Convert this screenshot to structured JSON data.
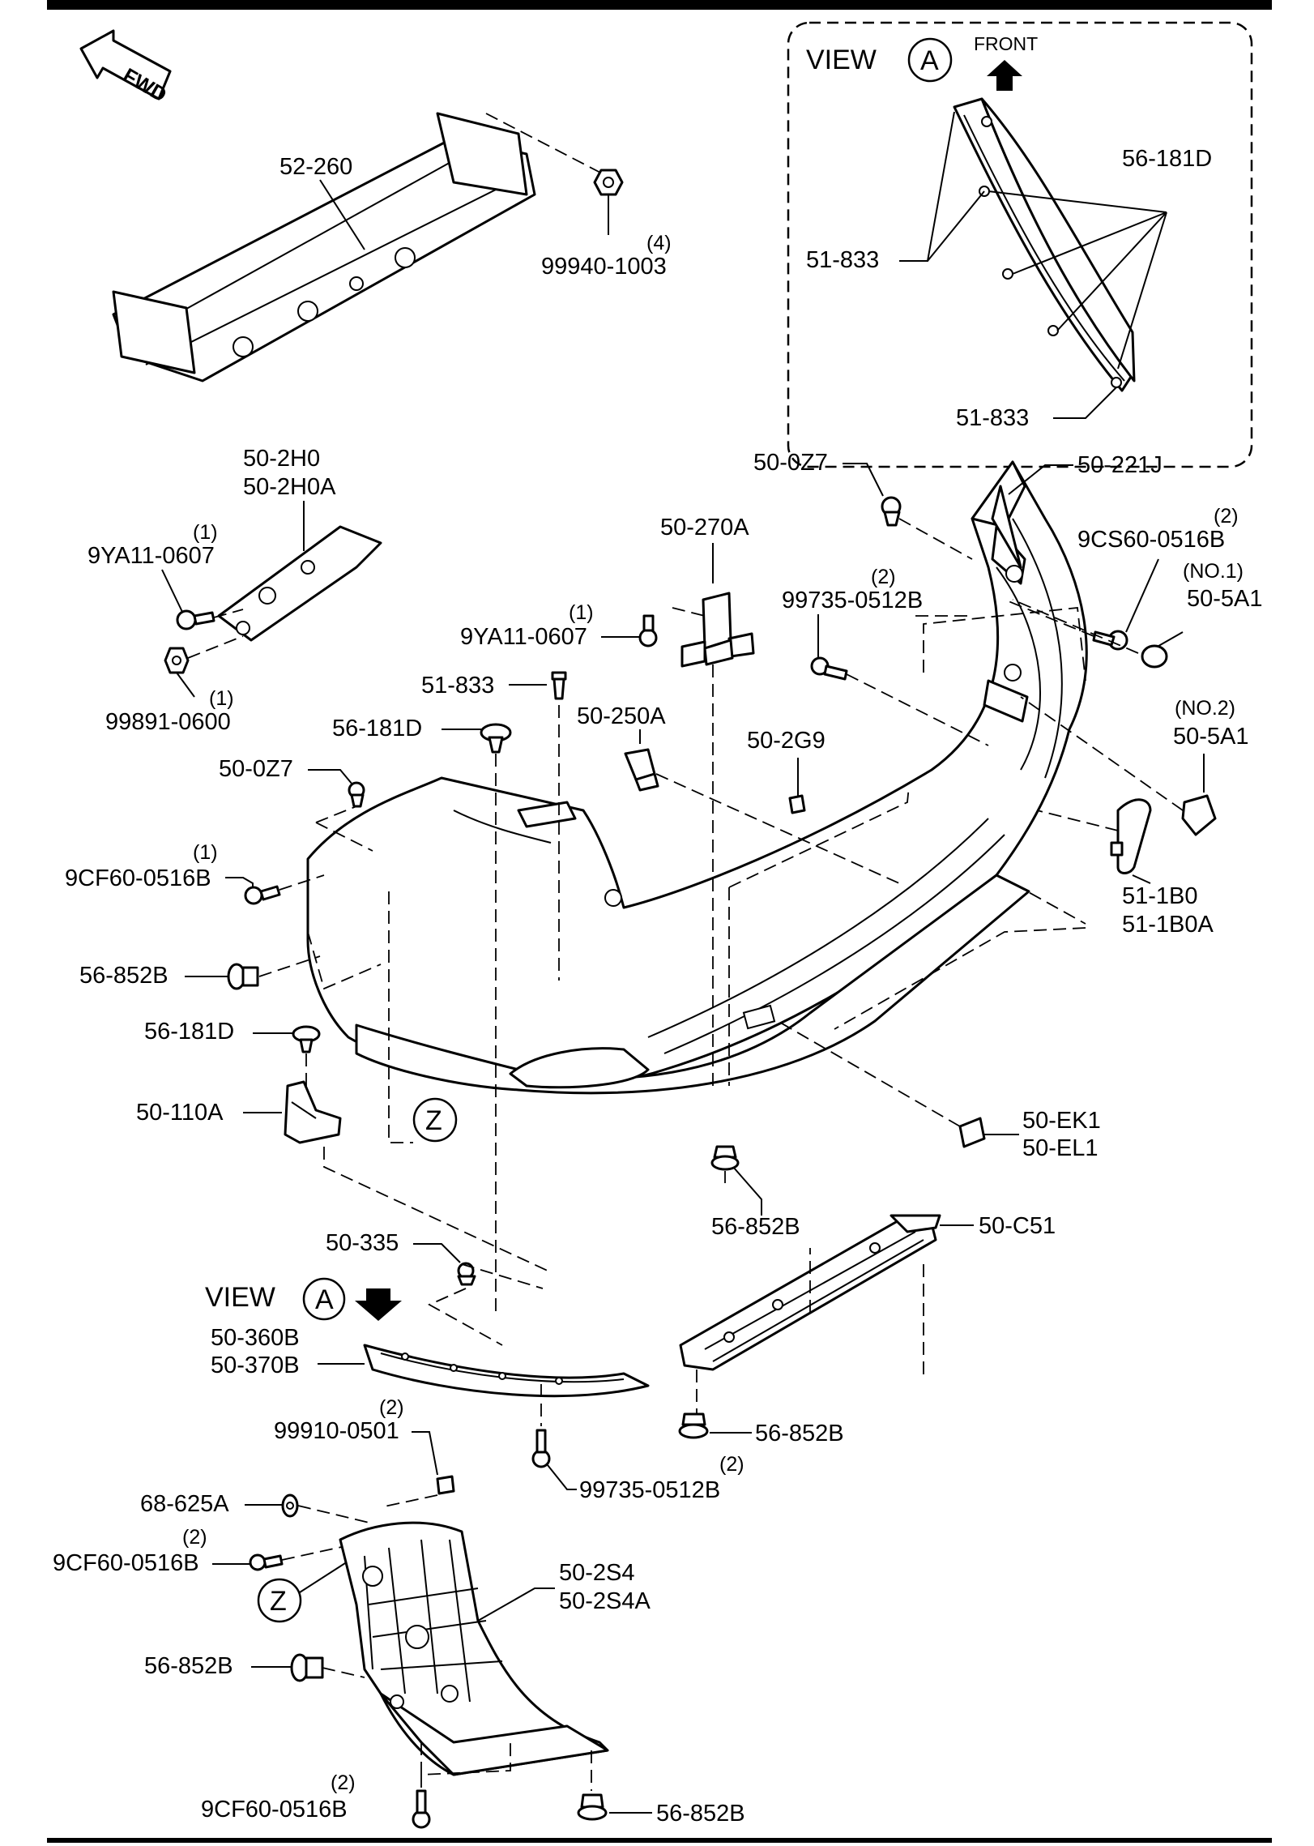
{
  "view_a_box": {
    "view_label": "VIEW",
    "view_letter": "A",
    "front_label": "FRONT",
    "labels": [
      "56-181D",
      "51-833",
      "51-833"
    ]
  },
  "fwd_label": "FWD",
  "view_a_lower": {
    "view_label": "VIEW",
    "view_letter": "A"
  },
  "z_callouts": [
    "Z",
    "Z"
  ],
  "parts": {
    "reinforcement": "52-260",
    "nut_qty": "(4)",
    "nut": "99940-1003",
    "bracket_l_1": "50-2H0",
    "bracket_l_2": "50-2H0A",
    "bolt_l_qty": "(1)",
    "bolt_l": "9YA11-0607",
    "nut_l_qty": "(1)",
    "nut_l": "99891-0600",
    "clip_0z7_top": "50-0Z7",
    "fascia": "50-221J",
    "bracket_c": "50-270A",
    "bolt_c_qty": "(1)",
    "bolt_c": "9YA11-0607",
    "screw_r_qty": "(2)",
    "screw_r": "99735-0512B",
    "screw_9cs_qty": "(2)",
    "screw_9cs": "9CS60-0516B",
    "cap1_no": "(NO.1)",
    "cap1": "50-5A1",
    "cap2_no": "(NO.2)",
    "cap2": "50-5A1",
    "clip_51833": "51-833",
    "clip_56181d_a": "56-181D",
    "clip_0z7_left": "50-0Z7",
    "sensor_holder": "50-250A",
    "label_2g9": "50-2G9",
    "screw_9cf_qty": "(1)",
    "screw_9cf": "9CF60-0516B",
    "reflector_1": "51-1B0",
    "reflector_2": "51-1B0A",
    "rivet_left": "56-852B",
    "clip_56181d_b": "56-181D",
    "bracket_110a": "50-110A",
    "cap_ek1_1": "50-EK1",
    "cap_ek1_2": "50-EL1",
    "rivet_mid": "56-852B",
    "garnish_c51": "50-C51",
    "clip_335": "50-335",
    "molding_1": "50-360B",
    "molding_2": "50-370B",
    "rivet_c51": "56-852B",
    "nut_99910_qty": "(2)",
    "nut_99910": "99910-0501",
    "screw_lower_qty": "(2)",
    "screw_lower": "99735-0512B",
    "grommet": "68-625A",
    "screw_mud_qty": "(2)",
    "screw_mud": "9CF60-0516B",
    "mudguard_1": "50-2S4",
    "mudguard_2": "50-2S4A",
    "rivet_mud": "56-852B",
    "screw_bottom_qty": "(2)",
    "screw_bottom": "9CF60-0516B",
    "rivet_bottom": "56-852B"
  }
}
